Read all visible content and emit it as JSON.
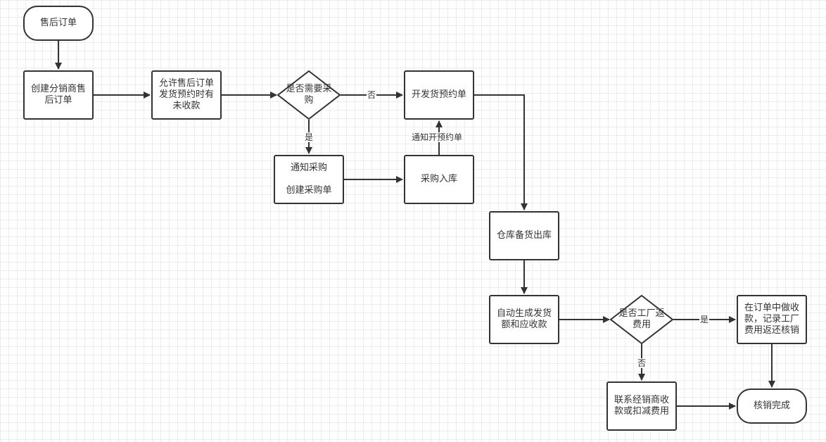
{
  "nodes": {
    "start": "售后订单",
    "create_order": "创建分销商售后订单",
    "allow_unpaid": "允许售后订单发货预约时有未收款",
    "need_purchase": "是否需要采购",
    "open_reservation": "开发货预约单",
    "notify_purchase_line1": "通知采购",
    "notify_purchase_line2": "创建采购单",
    "purchase_inbound": "采购入库",
    "warehouse_out": "仓库备货出库",
    "auto_generate": "自动生成发货额和应收款",
    "factory_refund": "是否工厂返费用",
    "record_refund": "在订单中做收款，记录工厂费用返还核销",
    "contact_dealer": "联系经销商收款或扣减费用",
    "done": "核销完成"
  },
  "edge_labels": {
    "no_purchase": "否",
    "yes_purchase": "是",
    "notify_reservation": "通知开预约单",
    "yes_refund": "是",
    "no_refund": "否"
  },
  "colors": {
    "stroke": "#333333",
    "grid": "#ececec"
  }
}
